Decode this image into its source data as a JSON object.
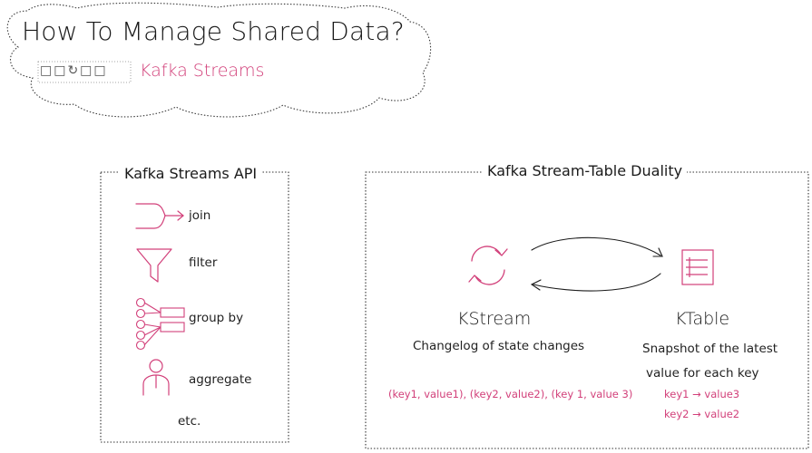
{
  "header": {
    "title": "How To Manage Shared Data?",
    "subtitle": "Kafka Streams",
    "boxes": "□□↻□□"
  },
  "api_panel": {
    "title": "Kafka Streams API",
    "items": [
      {
        "label": "join",
        "icon": "join-icon"
      },
      {
        "label": "filter",
        "icon": "filter-funnel-icon"
      },
      {
        "label": "group by",
        "icon": "group-by-icon"
      },
      {
        "label": "aggregate",
        "icon": "aggregate-person-icon"
      }
    ],
    "footer": "etc."
  },
  "duality_panel": {
    "title": "Kafka Stream-Table Duality",
    "kstream": {
      "label": "KStream",
      "description": "Changelog of state changes",
      "example": "(key1, value1), (key2, value2), (key 1, value 3)",
      "icon": "sync-arrows-icon"
    },
    "ktable": {
      "label": "KTable",
      "description_line1": "Snapshot of the latest",
      "description_line2": "value for each key",
      "entries": [
        "key1 → value3",
        "key2 → value2"
      ],
      "icon": "table-icon"
    }
  },
  "colors": {
    "accent": "#d2407a",
    "ink": "#1a1a1a"
  }
}
